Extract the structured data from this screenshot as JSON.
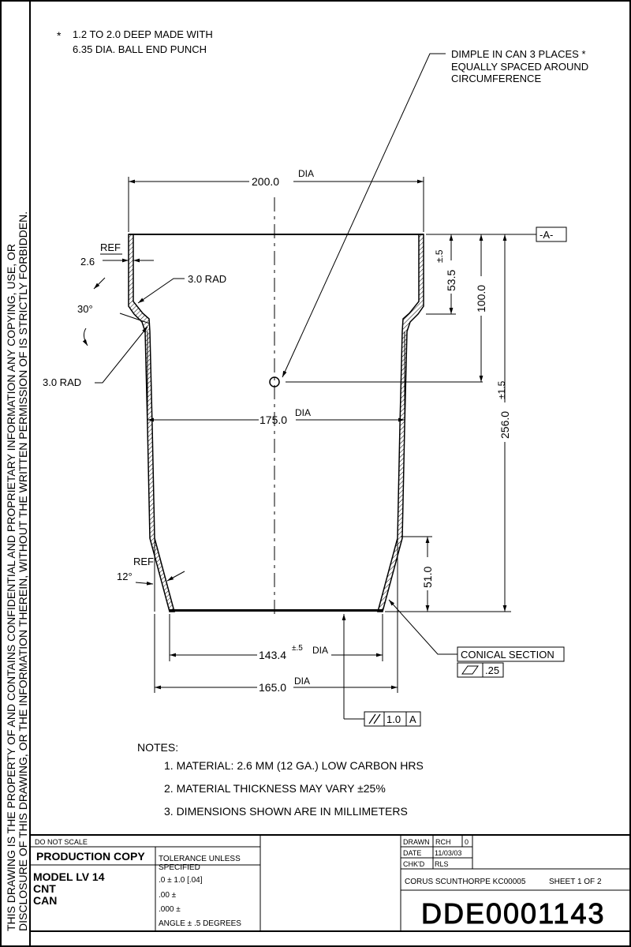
{
  "side_text": {
    "line1": "THIS DRAWING IS THE PROPERTY OF    AND CONTAINS CONFIDENTIAL AND PROPRIETARY INFORMATION    ANY COPYING, USE, OR",
    "line2": "DISCLOSURE OF THIS DRAWING, OR THE INFORMATION THEREIN, WITHOUT THE WRITTEN PERMISSION OF    IS STRICTLY FORBIDDEN."
  },
  "top_note": {
    "star": "*",
    "line1": "1.2 TO 2.0 DEEP MADE WITH",
    "line2": "6.35 DIA. BALL END PUNCH"
  },
  "dimple_note": {
    "line1": "DIMPLE IN CAN 3 PLACES *",
    "line2": "EQUALLY SPACED AROUND",
    "line3": "CIRCUMFERENCE"
  },
  "datum": "-A-",
  "dimensions": {
    "top_dia": "200.0",
    "dia_label": "DIA",
    "ref": "REF",
    "wall": "2.6",
    "rad_top": "3.0 RAD",
    "angle_30": "30°",
    "rad_left": "3.0 RAD",
    "mid_dia": "175.0",
    "tol_5": "±.5",
    "d535": "53.5",
    "d100": "100.0",
    "tol_15": "±1.5",
    "d256": "256.0",
    "angle_12": "12°",
    "d51": "51.0",
    "bottom_dia": "143.4",
    "bottom_tol": "±.5",
    "base_dia": "165.0"
  },
  "conical": {
    "label": "CONICAL SECTION",
    "tol": ".25"
  },
  "parallelism": {
    "tol": "1.0",
    "datum": "A"
  },
  "notes": {
    "title": "NOTES:",
    "items": [
      "1.  MATERIAL: 2.6 MM (12 GA.) LOW CARBON HRS",
      "2.  MATERIAL THICKNESS MAY VARY ±25%",
      "3.  DIMENSIONS SHOWN ARE IN MILLIMETERS"
    ]
  },
  "title_block": {
    "do_not_scale": "DO NOT SCALE",
    "production_copy": "PRODUCTION COPY",
    "model_line1": "MODEL LV 14",
    "model_line2": "CNT",
    "model_line3": "CAN",
    "tol_line1": "TOLERANCE UNLESS",
    "tol_line2": "SPECIFIED",
    "tol_line3": ".0 ±  1.0 [.04]",
    "tol_line4": ".00 ±",
    "tol_line5": ".000 ±",
    "tol_line6": "ANGLE ± .5 DEGREES",
    "drawn_label": "DRAWN",
    "drawn_value": "RCH",
    "rev": "0",
    "date_label": "DATE",
    "date_value": "11/03/03",
    "chkd_label": "CHK'D",
    "chkd_value": "RLS",
    "company": "CORUS SCUNTHORPE KC00005",
    "sheet": "SHEET 1 OF 2",
    "drawing_no": "DDE0001143"
  }
}
